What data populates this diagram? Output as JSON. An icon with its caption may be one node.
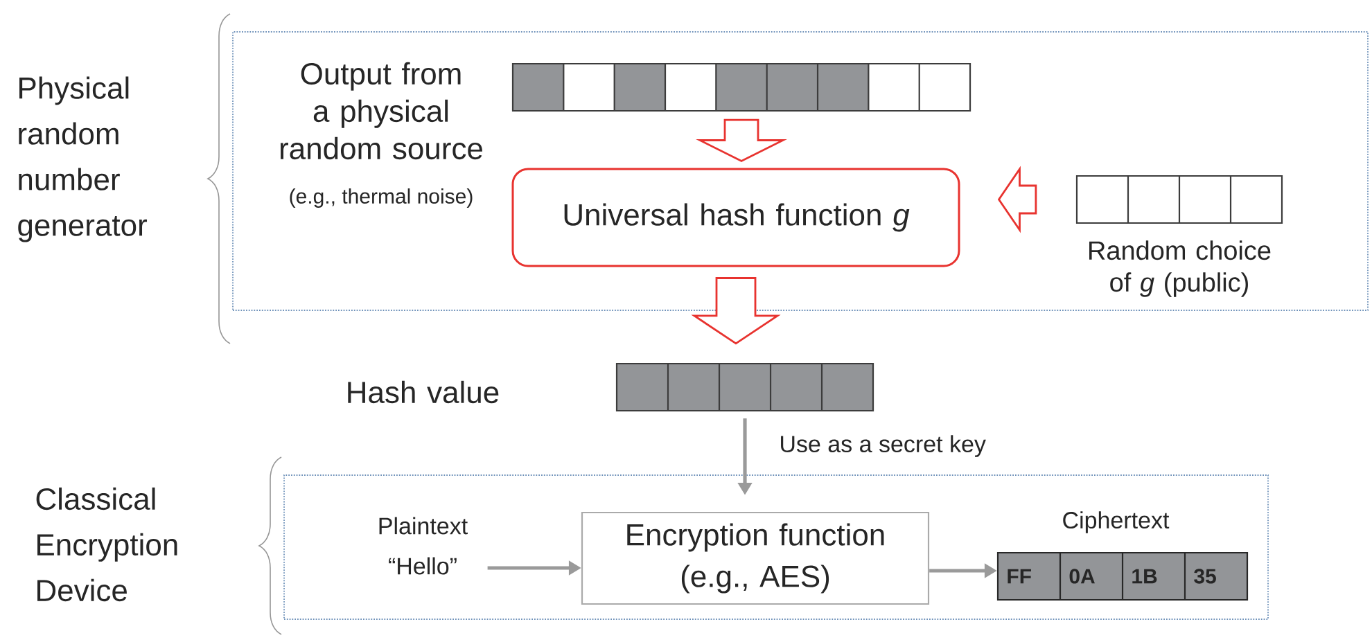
{
  "diagram": {
    "nodes": [
      {
        "text": [
          "Physical random number generator"
        ]
      },
      {
        "text": [],
        "shape": "bar",
        "in": 0,
        "beside": [
          "Output from a physical random source"
        ]
      },
      {
        "text": [
          "Universal hash function *g*"
        ],
        "in": 0
      },
      {
        "text": [],
        "shape": "bar",
        "in": 0,
        "beside": [
          "Random choice of *g* (public)"
        ]
      },
      {
        "text": [],
        "shape": "bar",
        "beside": [
          "Hash value"
        ]
      },
      {
        "text": [
          "Classical Encryption Device"
        ]
      },
      {
        "text": [
          "Plaintext",
          "“Hello”"
        ],
        "in": 5
      },
      {
        "text": [
          "Encryption function (e.g., AES)"
        ],
        "in": 5
      },
      {
        "text": [
          "Ciphertext",
          "FF",
          "0A",
          "1B",
          "35"
        ],
        "in": 5
      }
    ],
    "edges": [
      {
        "from": 1,
        "to": 2,
        "arrow": "to",
        "style": "thick",
        "color": "#e8332f"
      },
      {
        "from": 3,
        "to": 2,
        "arrow": "to",
        "style": "thick",
        "color": "#e8332f"
      },
      {
        "from": 2,
        "to": 4,
        "arrow": "to",
        "style": "thick",
        "color": "#e8332f"
      },
      {
        "from": 4,
        "to": 7,
        "arrow": "to",
        "label": "Use as a secret key"
      },
      {
        "from": 6,
        "to": 7,
        "arrow": "to"
      },
      {
        "from": 7,
        "to": 8,
        "arrow": "to"
      }
    ],
    "labels": [
      "(e.g., thermal noise)"
    ]
  }
}
